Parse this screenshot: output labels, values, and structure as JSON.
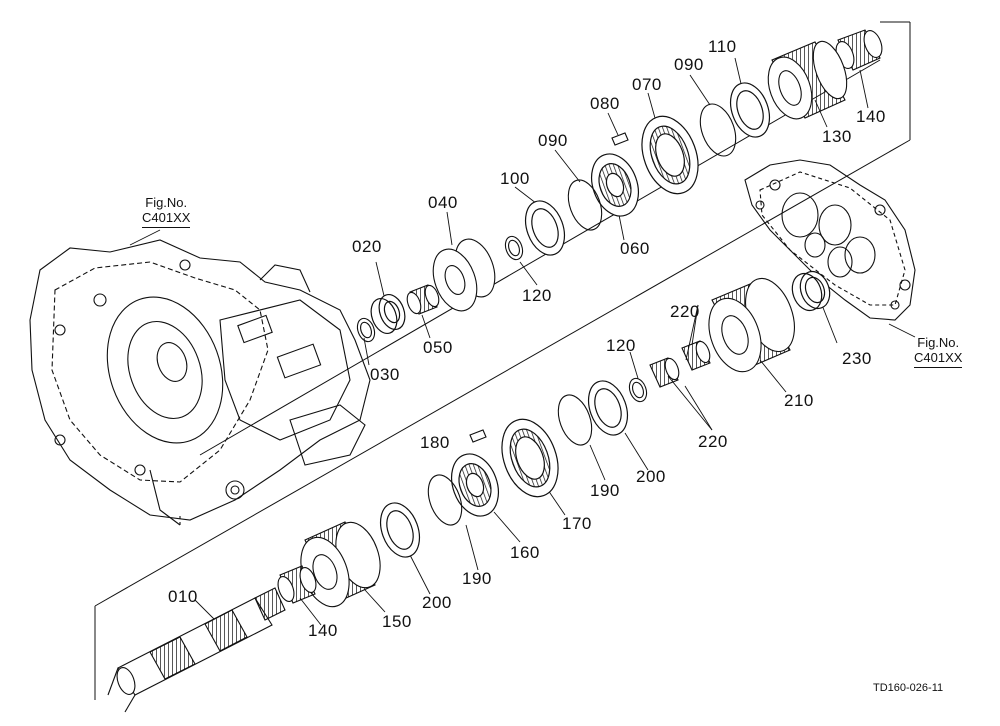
{
  "figure_refs": [
    {
      "title": "Fig.No.",
      "code": "C401XX"
    },
    {
      "title": "Fig.No.",
      "code": "C401XX"
    }
  ],
  "drawing_number": "TD160-026-11",
  "parts": {
    "p010": "010",
    "p020": "020",
    "p030": "030",
    "p040": "040",
    "p050": "050",
    "p060": "060",
    "p070": "070",
    "p080": "080",
    "p090a": "090",
    "p090b": "090",
    "p100": "100",
    "p110": "110",
    "p120a": "120",
    "p120b": "120",
    "p130": "130",
    "p140a": "140",
    "p140b": "140",
    "p150": "150",
    "p160": "160",
    "p170": "170",
    "p180": "180",
    "p190a": "190",
    "p190b": "190",
    "p200a": "200",
    "p200b": "200",
    "p210": "210",
    "p220a": "220",
    "p220b": "220",
    "p230": "230"
  }
}
